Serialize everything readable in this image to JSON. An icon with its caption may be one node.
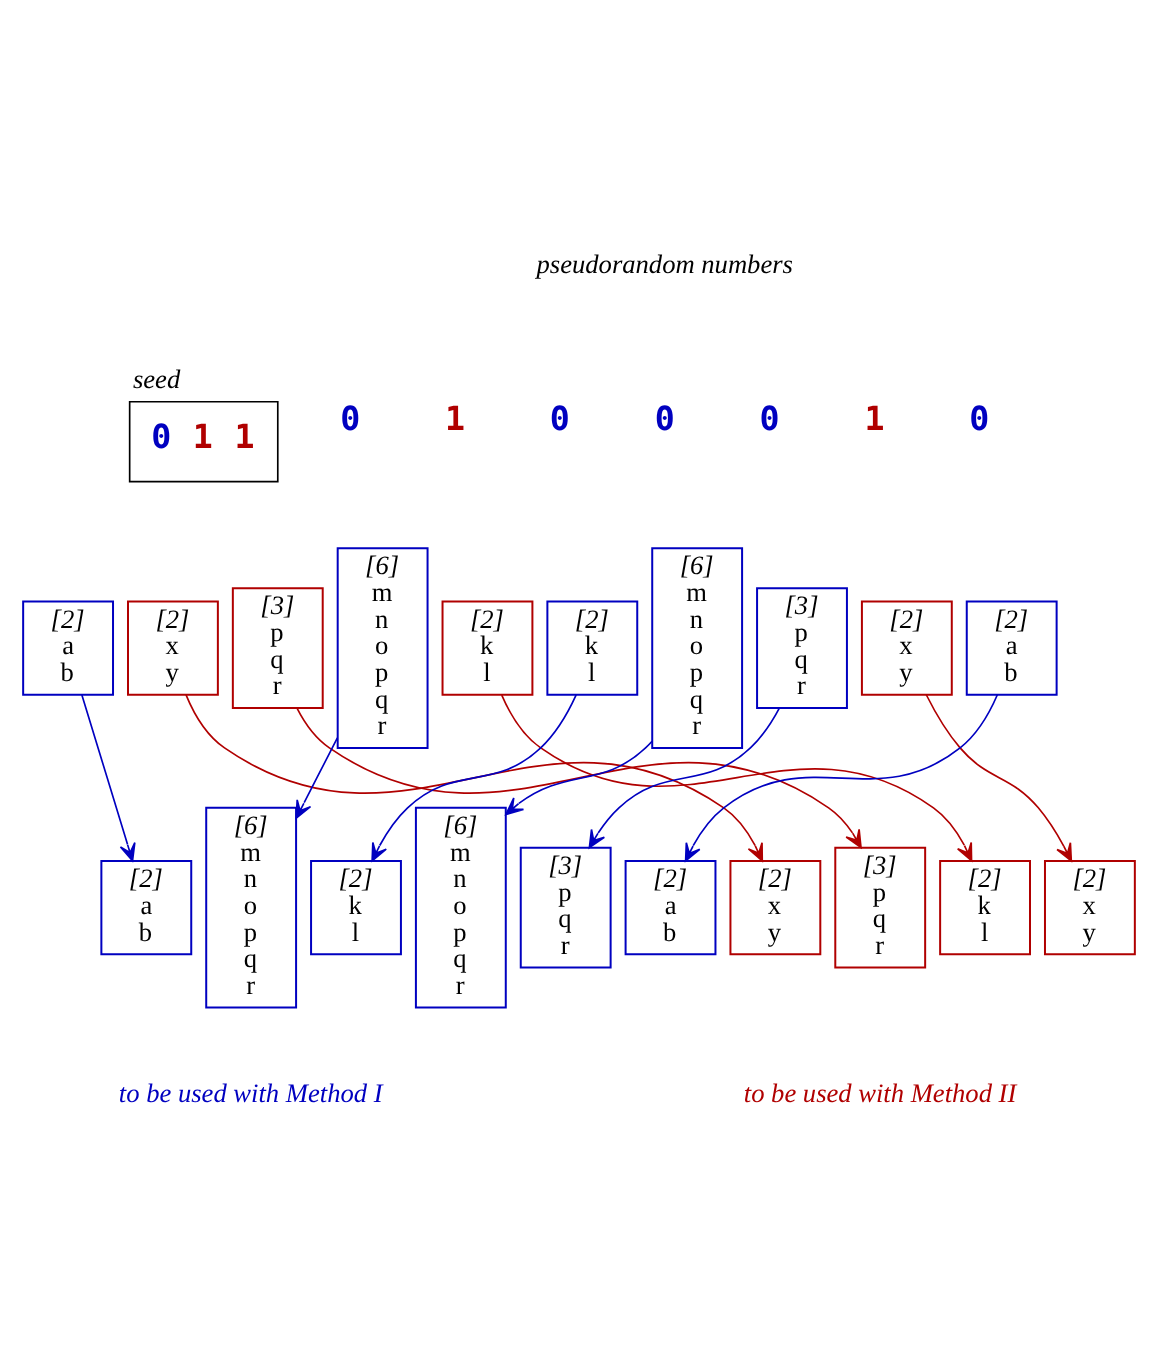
{
  "diagram": {
    "nodes": [
      {
        "text": [
          "seed",
          "0",
          "1",
          "1"
        ]
      },
      {
        "text": [
          "[2]",
          "a b"
        ]
      },
      {
        "text": [
          "[2]",
          "x y"
        ]
      },
      {
        "text": [
          "[3]",
          "p q r"
        ]
      },
      {
        "text": [
          "[6]",
          "m n o p q r"
        ]
      },
      {
        "text": [
          "[2]",
          "k l"
        ]
      },
      {
        "text": [
          "[2]",
          "k l"
        ]
      },
      {
        "text": [
          "[6]",
          "m n o p q r"
        ]
      },
      {
        "text": [
          "[3]",
          "p q r"
        ]
      },
      {
        "text": [
          "[2]",
          "x y"
        ]
      },
      {
        "text": [
          "[2]",
          "a b"
        ]
      },
      {
        "text": [
          "[2]",
          "a b"
        ]
      },
      {
        "text": [
          "[6]",
          "m n o p q r"
        ]
      },
      {
        "text": [
          "[2]",
          "k l"
        ]
      },
      {
        "text": [
          "[6]",
          "m n o p q r"
        ]
      },
      {
        "text": [
          "[3]",
          "p q r"
        ]
      },
      {
        "text": [
          "[2]",
          "a b"
        ]
      },
      {
        "text": [
          "[2]",
          "x y"
        ]
      },
      {
        "text": [
          "[3]",
          "p q r"
        ]
      },
      {
        "text": [
          "[2]",
          "k l"
        ]
      },
      {
        "text": [
          "[2]",
          "x y"
        ]
      }
    ],
    "edges": [
      {
        "from": 1,
        "to": 11,
        "arrow": "to"
      },
      {
        "from": 2,
        "to": 17,
        "arrow": "to",
        "color": "#b00000"
      },
      {
        "from": 3,
        "to": 18,
        "arrow": "to",
        "color": "#b00000"
      },
      {
        "from": 4,
        "to": 12,
        "arrow": "to"
      },
      {
        "from": 5,
        "to": 19,
        "arrow": "to",
        "color": "#b00000"
      },
      {
        "from": 6,
        "to": 13,
        "arrow": "to"
      },
      {
        "from": 7,
        "to": 14,
        "arrow": "to"
      },
      {
        "from": 8,
        "to": 15,
        "arrow": "to"
      },
      {
        "from": 9,
        "to": 20,
        "arrow": "to",
        "color": "#b00000"
      },
      {
        "from": 10,
        "to": 16,
        "arrow": "to"
      }
    ],
    "labels": [
      "pseudorandom numbers",
      "0",
      "1",
      "0",
      "0",
      "0",
      "1",
      "0",
      "to be used with Method I",
      "to be used with Method II"
    ]
  }
}
